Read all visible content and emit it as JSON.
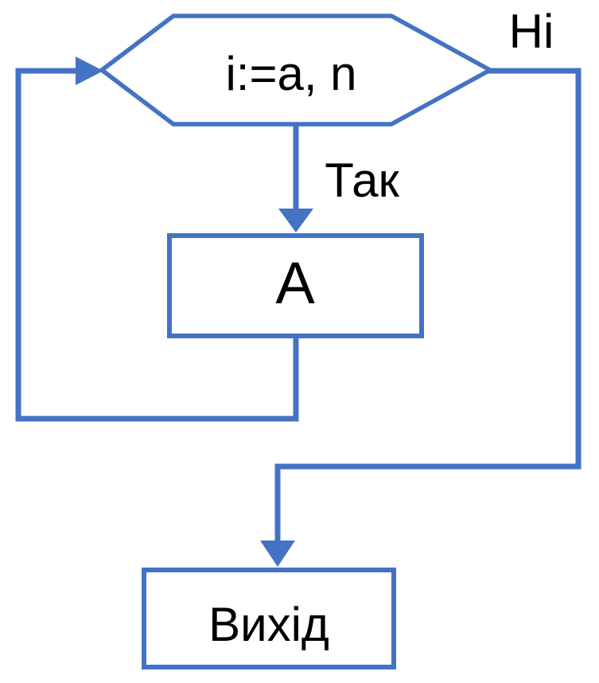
{
  "colors": {
    "accent": "#4472C4",
    "text": "#000000",
    "background": "#FFFFFF"
  },
  "flowchart": {
    "loop_node": {
      "label": "i:=a, n",
      "shape": "hexagon"
    },
    "process_node": {
      "label": "A",
      "shape": "rectangle"
    },
    "exit_node": {
      "label": "Вихід",
      "shape": "rectangle"
    },
    "edges": {
      "yes_label": "Так",
      "no_label": "Ні"
    }
  }
}
